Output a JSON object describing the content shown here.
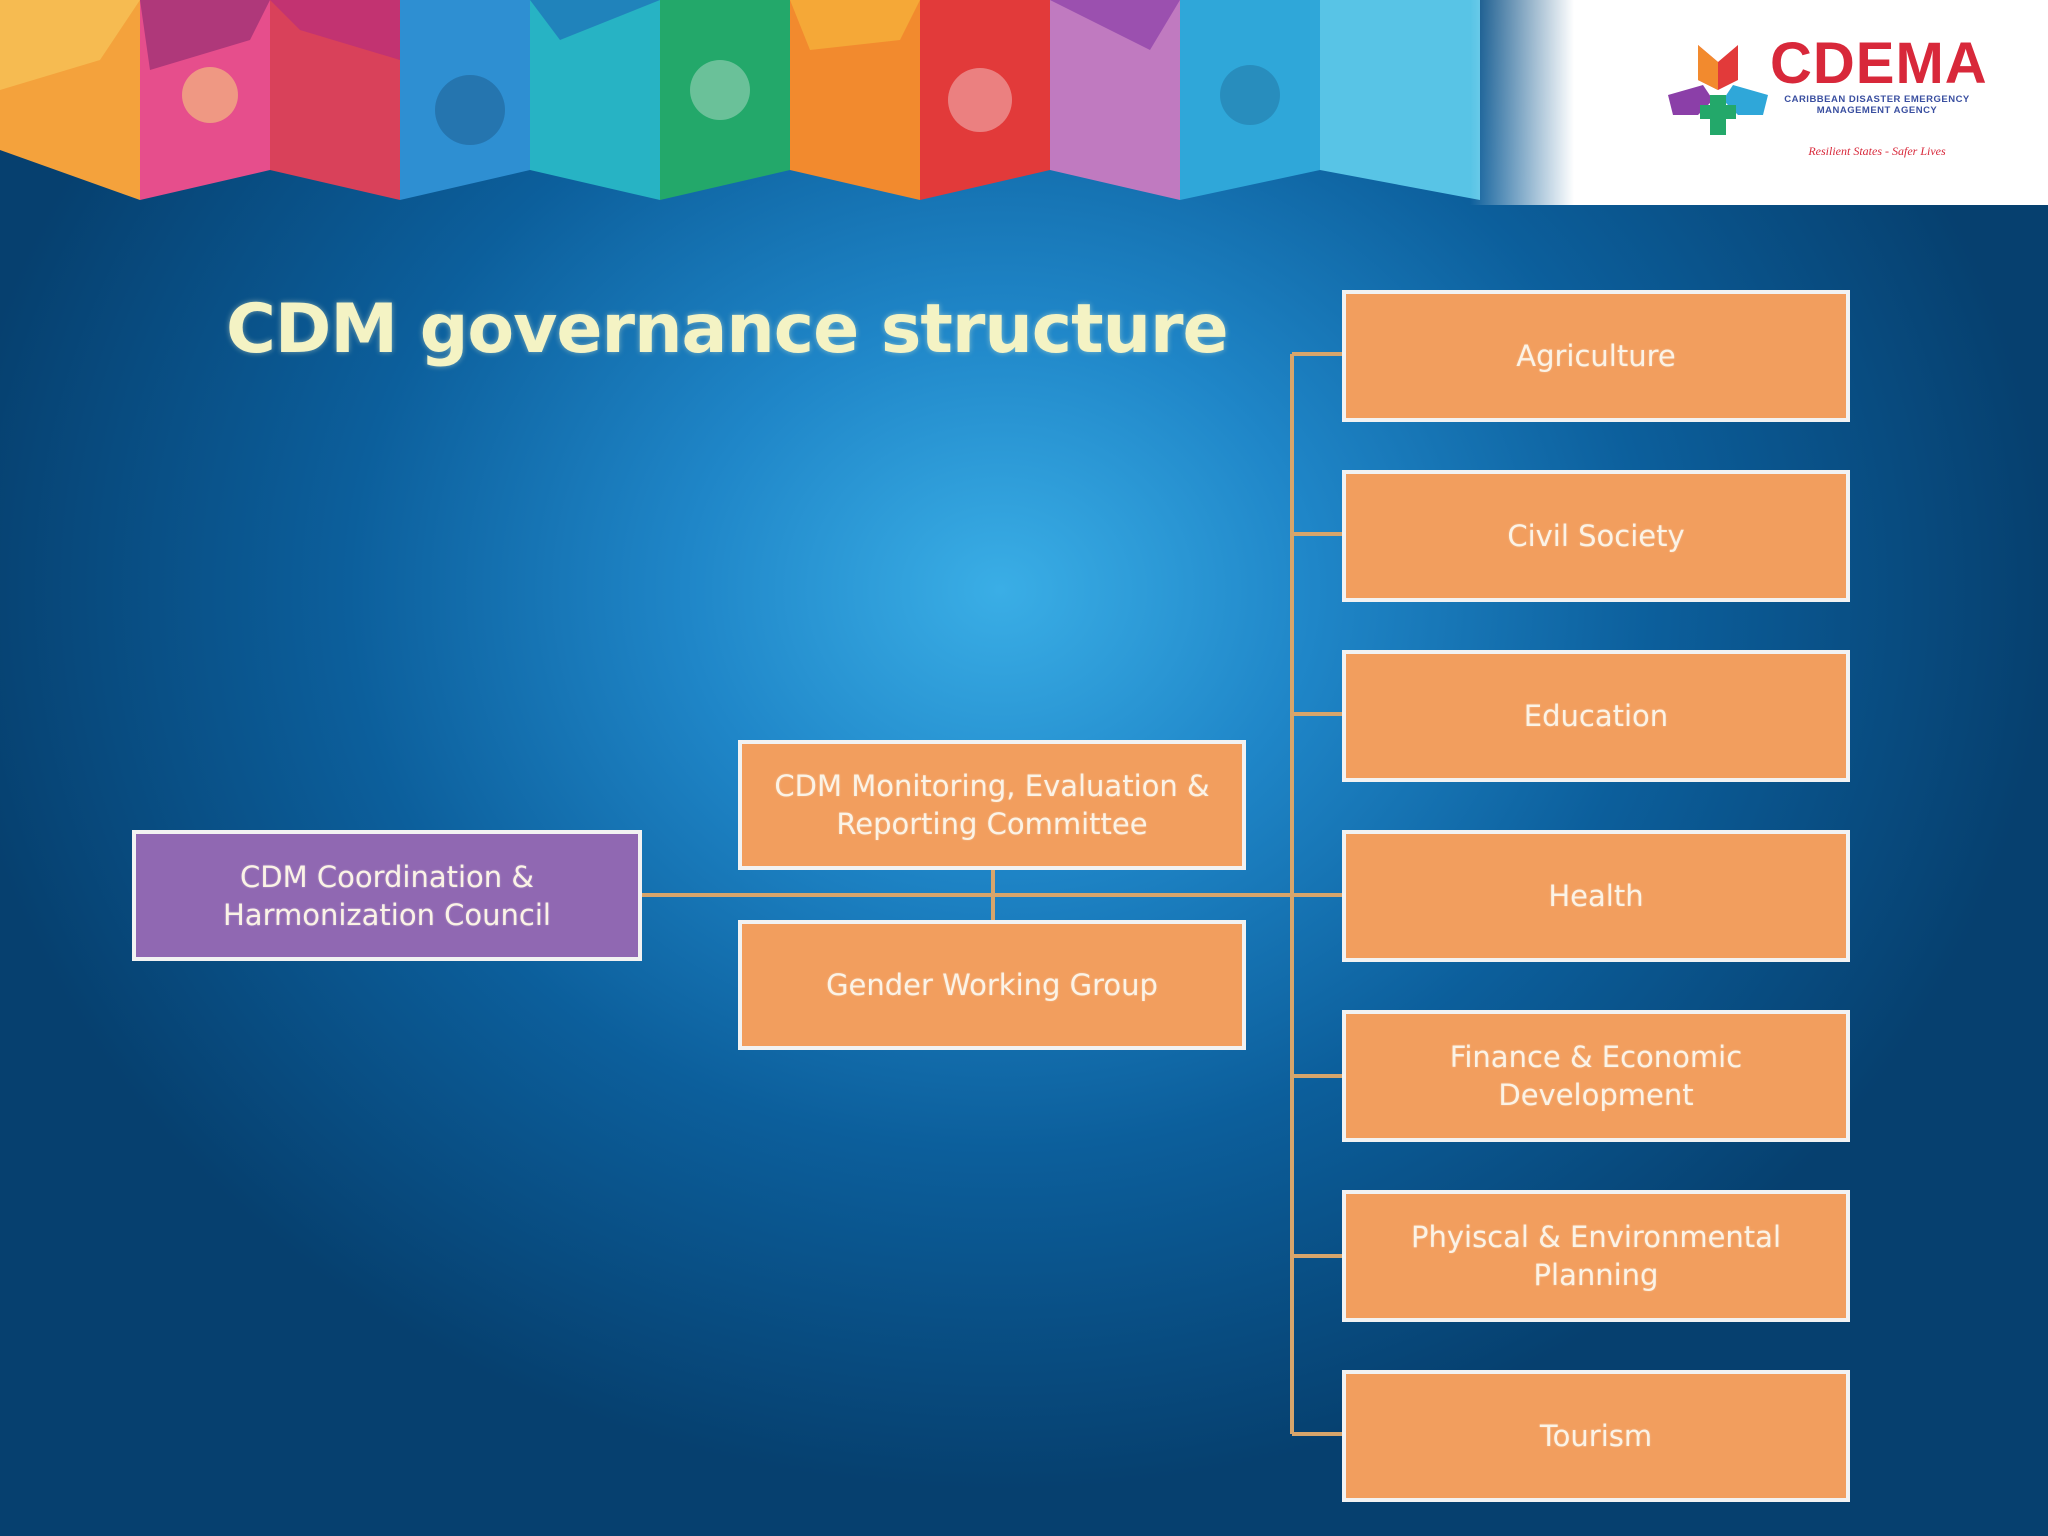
{
  "slide": {
    "title": "CDM governance structure"
  },
  "logo": {
    "name": "CDEMA",
    "subtitle": "CARIBBEAN DISASTER EMERGENCY MANAGEMENT AGENCY",
    "tagline": "Resilient States - Safer Lives"
  },
  "colors": {
    "background": "#1f86c8",
    "box_orange": "#f29e5e",
    "box_purple": "#9068b2",
    "connector": "#d7a56b",
    "title": "#f4f3c4"
  },
  "diagram": {
    "council": "CDM Coordination & Harmonization Council",
    "committees": [
      "CDM Monitoring, Evaluation & Reporting Committee",
      "Gender Working Group"
    ],
    "sectors": [
      "Agriculture",
      "Civil Society",
      "Education",
      "Health",
      "Finance & Economic Development",
      "Phyiscal & Environmental Planning",
      "Tourism"
    ]
  }
}
